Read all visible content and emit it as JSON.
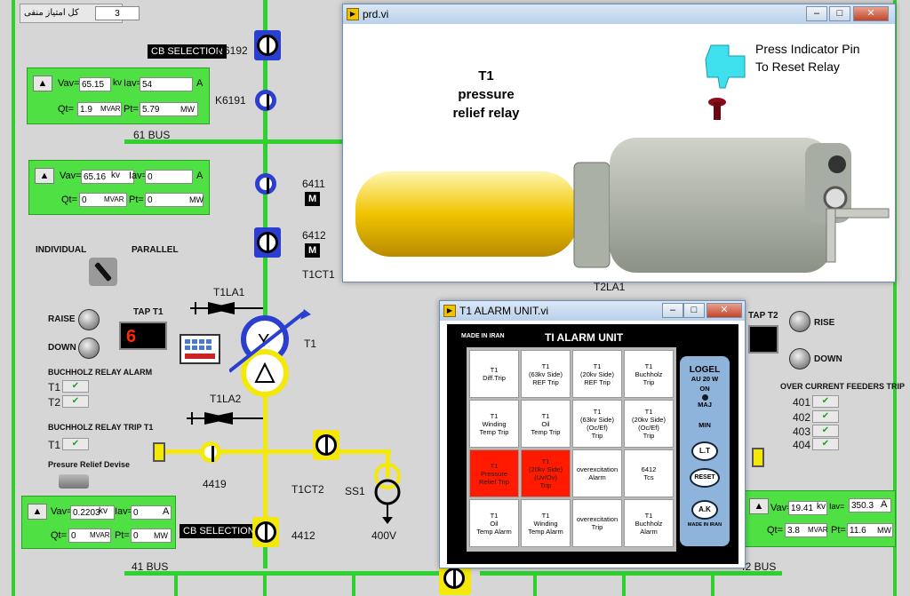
{
  "top_counter": {
    "label": "کل امتیاز منفی",
    "value": "3"
  },
  "cb_selection_top": "CB SELECTION",
  "cb_selection_bottom": "CB SELECTION",
  "bus_labels": {
    "b61": "61 BUS",
    "b41": "41 BUS",
    "b42": "42 BUS"
  },
  "breakers": {
    "k6192": "K6192",
    "k6191": "K6191",
    "b6411": "6411",
    "b6412": "6412",
    "b4419": "4419",
    "b4412": "4412",
    "m1": "M",
    "m2": "M"
  },
  "ct_labels": {
    "t1ct1": "T1CT1",
    "t1ct2": "T1CT2",
    "t1la1": "T1LA1",
    "t1la2": "T1LA2",
    "t1": "T1",
    "ss1": "SS1",
    "v400": "400V",
    "t2la1": "T2LA1"
  },
  "panel1": {
    "vav_label": "Vav=",
    "vav": "65.15",
    "vav_unit": "kv",
    "iav_label": "Iav=",
    "iav": "54",
    "iav_unit": "A",
    "qt_label": "Qt=",
    "qt": "1.9",
    "qt_unit": "MVAR",
    "pt_label": "Pt=",
    "pt": "5.79",
    "pt_unit": "MW"
  },
  "panel2": {
    "vav_label": "Vav=",
    "vav": "65.16",
    "vav_unit": "kv",
    "iav_label": "Iav=",
    "iav": "0",
    "iav_unit": "A",
    "qt_label": "Qt=",
    "qt": "0",
    "qt_unit": "MVAR",
    "pt_label": "Pt=",
    "pt": "0",
    "pt_unit": "MW"
  },
  "panel3": {
    "vav_label": "Vav=",
    "vav": "0.2203",
    "vav_unit": "kv",
    "iav_label": "Iav=",
    "iav": "0",
    "iav_unit": "A",
    "qt_label": "Qt=",
    "qt": "0",
    "qt_unit": "MVAR",
    "pt_label": "Pt=",
    "pt": "0",
    "pt_unit": "MW"
  },
  "panel4": {
    "vav_label": "Vav=",
    "vav": "19.41",
    "vav_unit": "kv",
    "iav_label": "Iav=",
    "iav": "350.3",
    "iav_unit": "A",
    "qt_label": "Qt=",
    "qt": "3.8",
    "qt_unit": "MVAR",
    "pt_label": "Pt=",
    "pt": "11.6",
    "pt_unit": "MW"
  },
  "mode": {
    "individual": "INDIVIDUAL",
    "parallel": "PARALLEL"
  },
  "tap_t1": {
    "raise": "RAISE",
    "down": "DOWN",
    "title": "TAP T1",
    "value": "6"
  },
  "tap_t2": {
    "title": "TAP T2",
    "rise": "RISE",
    "down": "DOWN"
  },
  "buchholz_alarm": {
    "title": "BUCHHOLZ RELAY ALARM",
    "t1": "T1",
    "t2": "T2"
  },
  "buchholz_trip": {
    "title": "BUCHHOLZ RELAY TRIP T1",
    "t1": "T1"
  },
  "pressure_relief": "Presure Relief Devise",
  "overcurrent": {
    "title": "OVER CURRENT FEEDERS TRIP",
    "f401": "401",
    "f402": "402",
    "f403": "403",
    "f404": "404"
  },
  "prd_window": {
    "title": "prd.vi",
    "heading_line1": "T1",
    "heading_line2": "pressure",
    "heading_line3": "relief relay",
    "instr_line1": "Press Indicator Pin",
    "instr_line2": "To Reset Relay"
  },
  "alarm_window": {
    "title": "T1 ALARM UNIT.vi",
    "made_in_iran": "MADE IN IRAN",
    "panel_title": "TI ALARM UNIT",
    "cells": [
      "T1\nDiff.Trip",
      "T1\n(63kv Side)\nREF Trip",
      "T1\n(20kv Side)\nREF Trip",
      "T1\nBuchholz\nTrip",
      "T1\nWinding\nTemp Trip",
      "T1\nOil\nTemp Trip",
      "T1\n(63kv Side)\n(Oc/Ef)\nTrip",
      "T1\n(20kv Side)\n(Oc/Ef)\nTrip",
      "T1\nPressure\nRelief Trip",
      "T1\n(20kv Side)\n(Uv/Ov)\nTrip",
      "overexcitation\nAlarm",
      "6412\nTcs",
      "T1\nOil\nTemp Alarm",
      "T1\nWinding\nTemp Alarm",
      "overexcitation\nTrip",
      "T1\nBuchholz\nAlarm"
    ],
    "logel": "LOGEL",
    "spec": "AU 20 W",
    "on": "ON",
    "maj": "MAJ",
    "min": "MIN",
    "lt": "L.T",
    "reset": "RESET",
    "ak": "A.K",
    "made_in_iran2": "MADE IN IRAN"
  },
  "colors": {
    "bus_green": "#2ed12e",
    "bus_yellow": "#f3e80a",
    "alarm_red": "#ff1a00",
    "panel_green": "#4fe044"
  }
}
